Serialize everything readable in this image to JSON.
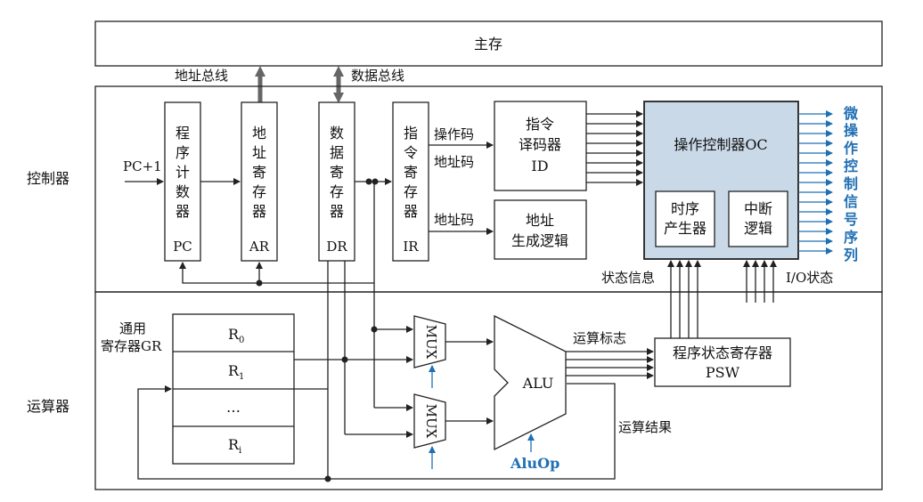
{
  "main_memory": "主存",
  "address_bus": "地址总线",
  "data_bus": "数据总线",
  "controller": "控制器",
  "alu_section": "运算器",
  "pc_plus1": "PC+1",
  "pc_box": {
    "chars": [
      "程",
      "序",
      "计",
      "数",
      "器"
    ],
    "abbr": "PC"
  },
  "ar_box": {
    "chars": [
      "地",
      "址",
      "寄",
      "存",
      "器"
    ],
    "abbr": "AR"
  },
  "dr_box": {
    "chars": [
      "数",
      "据",
      "寄",
      "存",
      "器"
    ],
    "abbr": "DR"
  },
  "ir_box": {
    "chars": [
      "指",
      "令",
      "寄",
      "存",
      "器"
    ],
    "abbr": "IR"
  },
  "opcode": "操作码",
  "addr_code1": "地址码",
  "addr_code2": "地址码",
  "decoder": {
    "line1": "指令",
    "line2": "译码器",
    "line3": "ID"
  },
  "addr_gen": {
    "line1": "地址",
    "line2": "生成逻辑"
  },
  "oc": {
    "title": "操作控制器OC",
    "timing1": "时序",
    "timing2": "产生器",
    "interrupt1": "中断",
    "interrupt2": "逻辑"
  },
  "micro_signals": [
    "微",
    "操",
    "作",
    "控",
    "制",
    "信",
    "号",
    "序",
    "列"
  ],
  "status_info": "状态信息",
  "io_status": "I/O状态",
  "gr": {
    "label1": "通用",
    "label2": "寄存器GR",
    "rows": [
      "R",
      "R",
      "…",
      "R"
    ],
    "subs": [
      "0",
      "1",
      "",
      "i"
    ]
  },
  "mux1": "MUX",
  "mux2": "MUX",
  "alu": "ALU",
  "aluop": "AluOp",
  "op_flags": "运算标志",
  "op_result": "运算结果",
  "psw": {
    "line1": "程序状态寄存器",
    "line2": "PSW"
  },
  "colors": {
    "signal_blue": "#1f6fb3",
    "oc_fill": "#c9d9e8"
  }
}
